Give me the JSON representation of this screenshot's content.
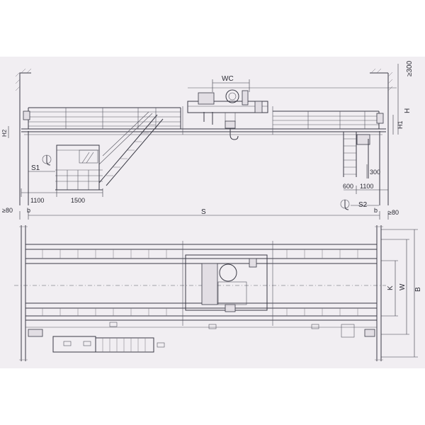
{
  "diagram": {
    "labels": {
      "wc": "WC",
      "ge300": "≥300",
      "h": "H",
      "h1": "H1",
      "h2": "H2",
      "s1": "S1",
      "s2": "S2",
      "d1100_left": "1100",
      "d1500": "1500",
      "d300": "300",
      "d600": "600",
      "d1100_right": "1100",
      "ge80_left": "≥80",
      "b_left": "b",
      "s": "S",
      "b_right": "b",
      "ge80_right": "≥80",
      "k": "K",
      "w": "W",
      "b_big": "B"
    }
  }
}
